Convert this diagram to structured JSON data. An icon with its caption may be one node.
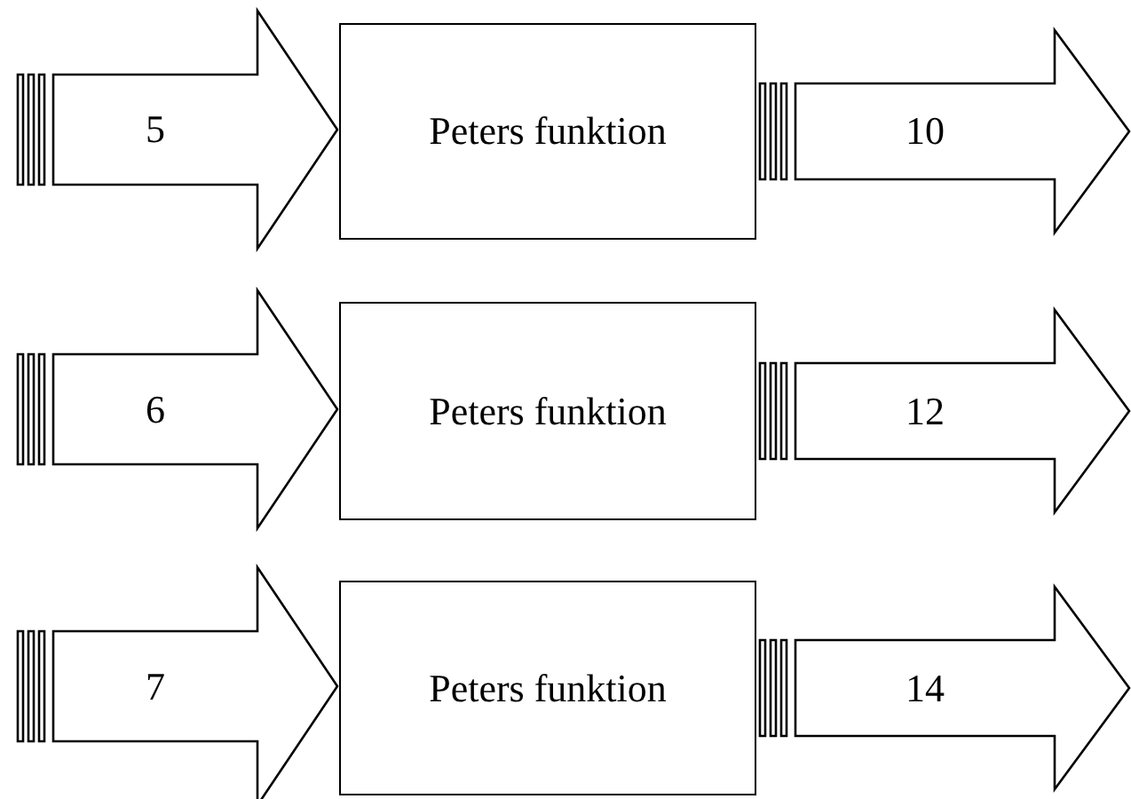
{
  "diagram": {
    "nodes": [
      {
        "text": [
          "Peters funktion"
        ]
      },
      {
        "text": [
          "Peters funktion"
        ]
      },
      {
        "text": [
          "Peters funktion"
        ]
      }
    ],
    "edges": [
      {
        "from": null,
        "to": 0,
        "arrow": "to",
        "label": "5"
      },
      {
        "from": 0,
        "to": null,
        "arrow": "to",
        "label": "10"
      },
      {
        "from": null,
        "to": 1,
        "arrow": "to",
        "label": "6"
      },
      {
        "from": 1,
        "to": null,
        "arrow": "to",
        "label": "12"
      },
      {
        "from": null,
        "to": 2,
        "arrow": "to",
        "label": "7"
      },
      {
        "from": 2,
        "to": null,
        "arrow": "to",
        "label": "14"
      }
    ]
  }
}
